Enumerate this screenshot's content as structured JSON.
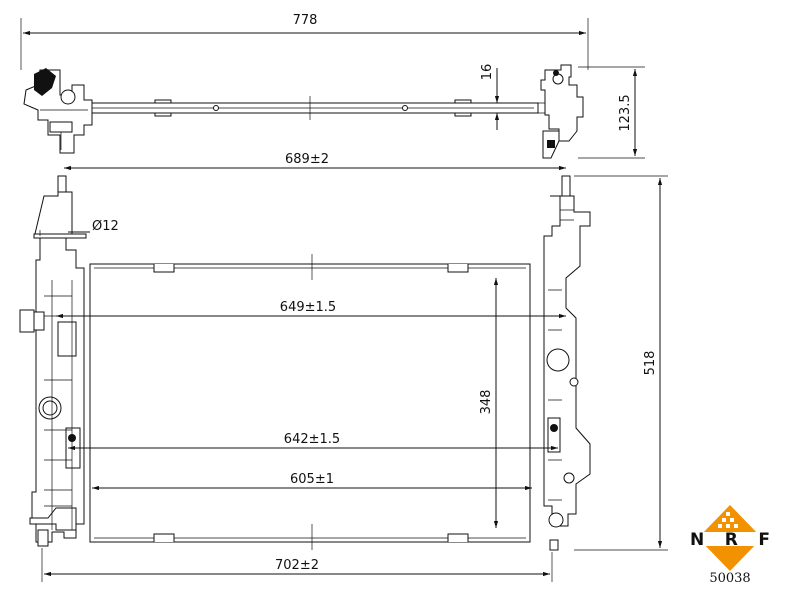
{
  "dimensions": {
    "top_width": "778",
    "top_thickness": "16",
    "top_depth": "123.5",
    "pipe_spacing": "689±2",
    "pipe_diameter": "Ø12",
    "core_width_upper": "649±1.5",
    "core_height": "348",
    "overall_height": "518",
    "core_width_lower": "642±1.5",
    "core_width_inner": "605±1",
    "overall_width": "702±2"
  },
  "logo": {
    "text": "NRF",
    "color": "#f39200"
  },
  "part_number": "50038"
}
